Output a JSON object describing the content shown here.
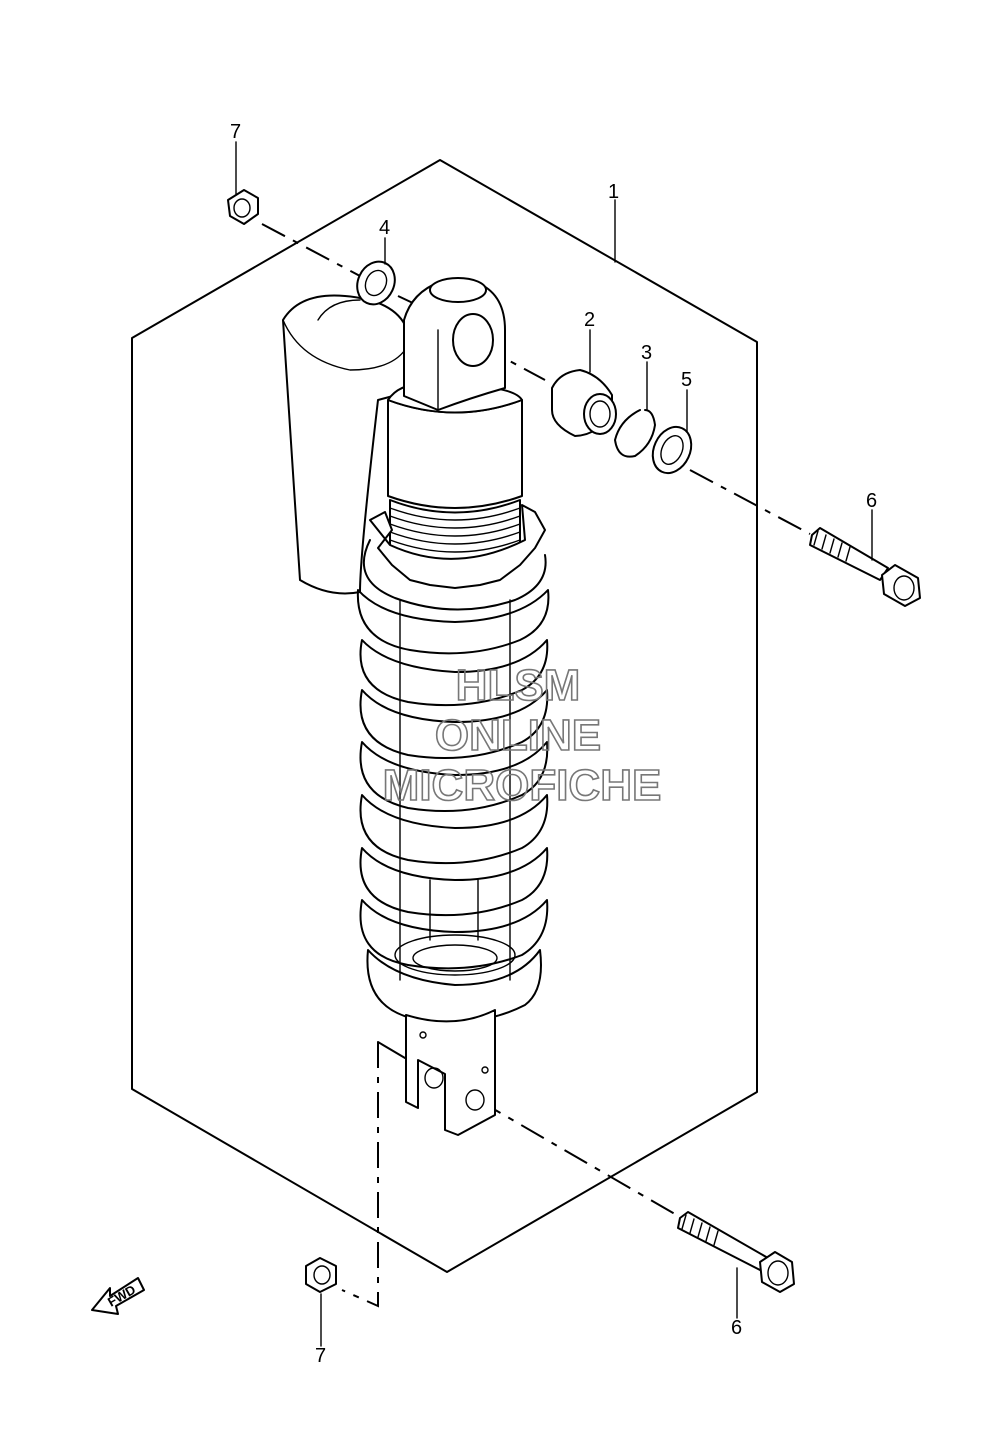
{
  "callouts": {
    "c1": "1",
    "c2": "2",
    "c3": "3",
    "c4": "4",
    "c5": "5",
    "c6_top": "6",
    "c6_bottom": "6",
    "c7_top": "7",
    "c7_bottom": "7"
  },
  "watermark": {
    "line1": "HLSM",
    "line2": "ONLINE",
    "line3": "MICROFICHE"
  },
  "direction": {
    "fwd_label": "FWD"
  }
}
